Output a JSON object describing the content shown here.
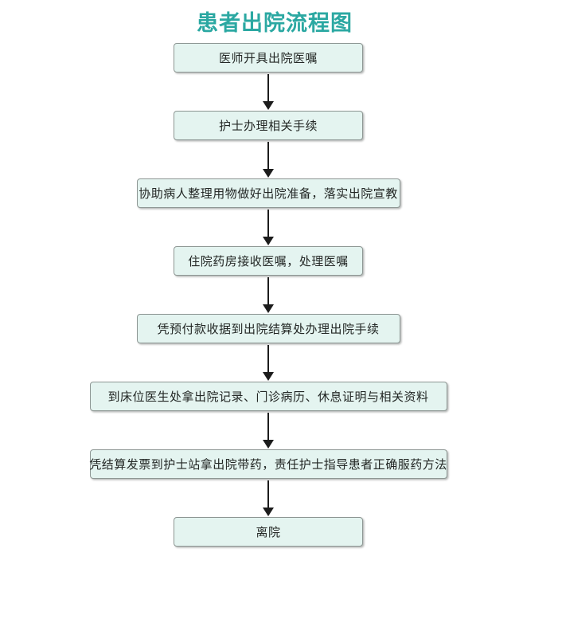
{
  "title": "患者出院流程图",
  "theme": {
    "title_color": "#2ba8a2",
    "box_fill": "#e4f4f0",
    "box_border": "#8e9794",
    "arrow_color": "#1c1c1c",
    "background": "#ffffff"
  },
  "flow": {
    "type": "vertical-flowchart",
    "steps": [
      {
        "label": "医师开具出院医嘱"
      },
      {
        "label": "护士办理相关手续"
      },
      {
        "label": "协助病人整理用物做好出院准备，落实出院宣教"
      },
      {
        "label": "住院药房接收医嘱，处理医嘱"
      },
      {
        "label": "凭预付款收据到出院结算处办理出院手续"
      },
      {
        "label": "到床位医生处拿出院记录、门诊病历、休息证明与相关资料"
      },
      {
        "label": "凭结算发票到护士站拿出院带药，责任护士指导患者正确服药方法"
      },
      {
        "label": "离院"
      }
    ]
  }
}
